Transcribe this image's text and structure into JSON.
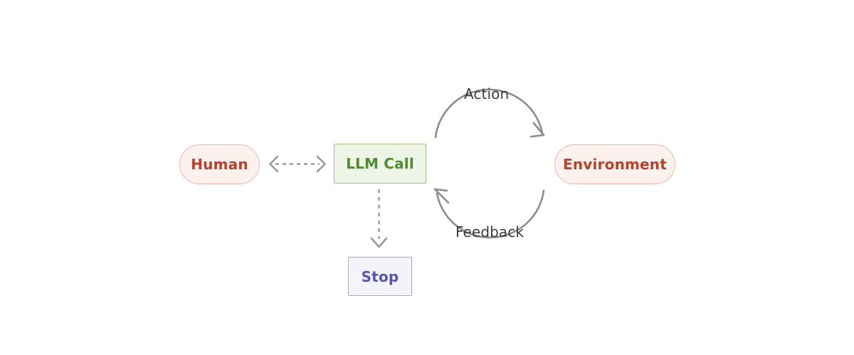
{
  "diagram": {
    "title": "Agent loop diagram",
    "background_color": "#ffffff",
    "nodes": [
      {
        "id": "human",
        "label": "Human",
        "shape": "pill",
        "fill": "#fdf1ed",
        "stroke": "#e9b6a6",
        "text_color": "#b8412a"
      },
      {
        "id": "llm-call",
        "label": "LLM Call",
        "shape": "rectangle",
        "fill": "#eef5e7",
        "stroke": "#a4c183",
        "text_color": "#4e8c2f"
      },
      {
        "id": "environment",
        "label": "Environment",
        "shape": "pill",
        "fill": "#fdf1ed",
        "stroke": "#e9b6a6",
        "text_color": "#b8412a"
      },
      {
        "id": "stop",
        "label": "Stop",
        "shape": "rectangle",
        "fill": "#f3f3fa",
        "stroke": "#aaa3d6",
        "text_color": "#5b52b5"
      }
    ],
    "edges": [
      {
        "id": "human-llm",
        "from": "human",
        "to": "llm-call",
        "style": "dashed",
        "direction": "bidirectional",
        "label": "",
        "color": "#9a9a9a"
      },
      {
        "id": "action",
        "from": "llm-call",
        "to": "environment",
        "style": "solid-arc",
        "direction": "forward",
        "label": "Action",
        "color": "#8c8c8c"
      },
      {
        "id": "feedback",
        "from": "environment",
        "to": "llm-call",
        "style": "solid-arc",
        "direction": "forward",
        "label": "Feedback",
        "color": "#8c8c8c"
      },
      {
        "id": "llm-stop",
        "from": "llm-call",
        "to": "stop",
        "style": "dashed",
        "direction": "forward",
        "label": "",
        "color": "#9a9a9a"
      }
    ],
    "labels": {
      "action": "Action",
      "feedback": "Feedback",
      "label_color": "#3a3a3c"
    }
  }
}
